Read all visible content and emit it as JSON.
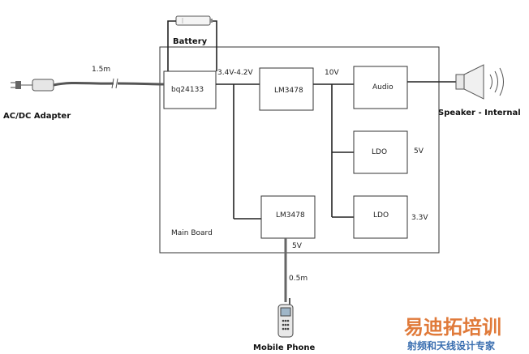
{
  "labels": {
    "battery": "Battery",
    "adapter": "AC/DC Adapter",
    "cable_length_adapter": "1.5m",
    "charger": "bq24133",
    "battery_voltage": "3.4V-4.2V",
    "boost_top": "LM3478",
    "bus_voltage": "10V",
    "audio": "Audio",
    "speaker": "Speaker - Internal",
    "ldo_a": "LDO",
    "ldo_a_voltage": "5V",
    "ldo_b": "LDO",
    "ldo_b_voltage": "3.3V",
    "boost_bottom": "LM3478",
    "main_board": "Main Board",
    "phone_voltage": "5V",
    "cable_length_phone": "0.5m",
    "phone": "Mobile Phone"
  },
  "watermark": {
    "line1": "易迪拓培训",
    "line2": "射频和天线设计专家"
  }
}
